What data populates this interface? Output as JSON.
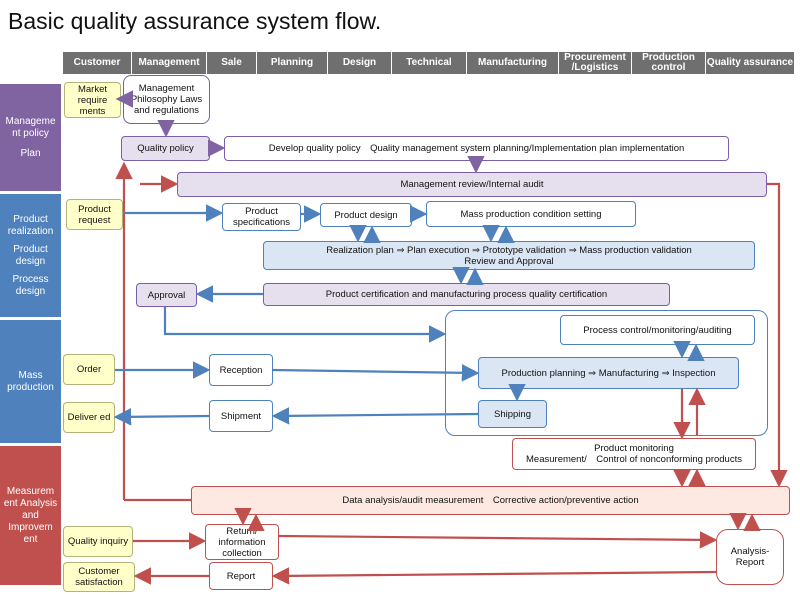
{
  "title": "Basic quality assurance system flow.",
  "columns": [
    "Customer",
    "Management",
    "Sale",
    "Planning",
    "Design",
    "Technical",
    "Manufacturing",
    "Procurement /Logistics",
    "Production control",
    "Quality assurance"
  ],
  "bands": {
    "management_policy": [
      "Manageme nt policy",
      "Plan"
    ],
    "product_realization": [
      "Product realization",
      "Product design",
      "Process design"
    ],
    "mass_production": [
      "Mass production"
    ],
    "measurement": [
      "Measurem ent Analysis and Improvem ent"
    ]
  },
  "boxes": {
    "market_requirements": "Market require ments",
    "management_philosophy": "Management Philosophy Laws and regulations",
    "quality_policy": "Quality policy",
    "develop_quality_policy": "Develop quality policy　Quality management system planning/Implementation plan implementation",
    "management_review": "Management review/Internal audit",
    "product_request": "Product request",
    "product_specifications": "Product specifications",
    "product_design": "Product design",
    "mass_production_condition": "Mass production condition setting",
    "realization_plan": "Realization plan ⇒ Plan execution ⇒ Prototype validation ⇒ Mass production validation",
    "review_approval": "Review and Approval",
    "approval": "Approval",
    "product_certification": "Product certification and manufacturing process quality certification",
    "process_control": "Process control/monitoring/auditing",
    "order": "Order",
    "reception": "Reception",
    "production_planning": "Production planning ⇒ Manufacturing ⇒ Inspection",
    "delivered": "Deliver ed",
    "shipment": "Shipment",
    "shipping": "Shipping",
    "product_monitoring": "Product monitoring",
    "nonconforming": "Measurement/　Control of nonconforming products",
    "data_analysis": "Data analysis/audit measurement　Corrective action/preventive action",
    "quality_inquiry": "Quality inquiry",
    "return_info": "Return/ information collection",
    "analysis_report": "Analysis- Report",
    "customer_satisfaction": "Customer satisfaction",
    "report": "Report"
  },
  "colors": {
    "header": "#6f6f6f",
    "band_purple": "#8064a2",
    "band_blue": "#4f81bd",
    "band_red": "#c0504d",
    "arrow_purple": "#8064a2",
    "arrow_blue": "#4f81bd",
    "arrow_red": "#c0504d"
  }
}
